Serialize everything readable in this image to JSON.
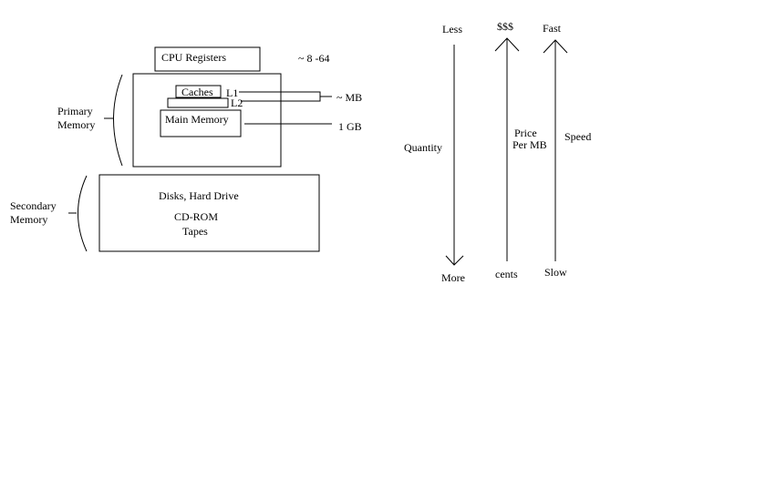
{
  "hierarchy": {
    "cpu_registers": "CPU Registers",
    "register_size": "~ 8 -64",
    "caches": "Caches",
    "l1": "L1",
    "l2": "L2",
    "cache_size": "~ MB",
    "main_memory": "Main Memory",
    "main_memory_size": "1 GB",
    "primary_memory_line1": "Primary",
    "primary_memory_line2": "Memory",
    "secondary_memory_line1": "Secondary",
    "secondary_memory_line2": "Memory",
    "secondary_line1": "Disks, Hard Drive",
    "secondary_line2": "CD-ROM",
    "secondary_line3": "Tapes"
  },
  "scales": {
    "quantity": {
      "top": "Less",
      "label": "Quantity",
      "bottom": "More"
    },
    "price": {
      "top": "$$$",
      "label_line1": "Price",
      "label_line2": "Per MB",
      "bottom": "cents"
    },
    "speed": {
      "top": "Fast",
      "label": "Speed",
      "bottom": "Slow"
    }
  }
}
